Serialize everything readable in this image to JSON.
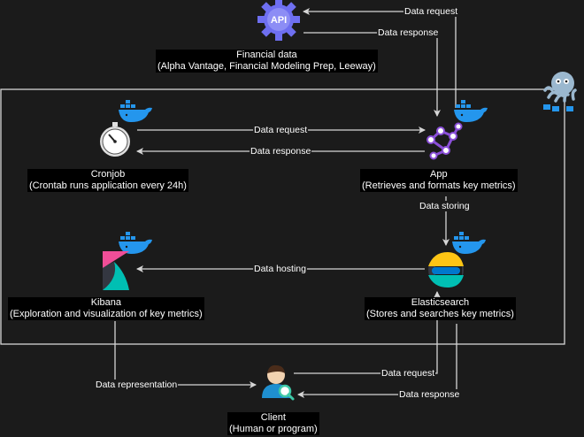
{
  "nodes": {
    "financial": {
      "title": "Financial data",
      "subtitle": "(Alpha Vantage, Financial Modeling Prep, Leeway)",
      "icon": "api-gear-icon"
    },
    "cronjob": {
      "title": "Cronjob",
      "subtitle": "(Crontab runs application every 24h)",
      "icon": "stopwatch-icon"
    },
    "app": {
      "title": "App",
      "subtitle": "(Retrieves and formats key metrics)",
      "icon": "network-nodes-icon"
    },
    "kibana": {
      "title": "Kibana",
      "subtitle": "(Exploration and visualization of key metrics)",
      "icon": "kibana-logo-icon"
    },
    "elasticsearch": {
      "title": "Elasticsearch",
      "subtitle": "(Stores and searches key metrics)",
      "icon": "elasticsearch-logo-icon"
    },
    "client": {
      "title": "Client",
      "subtitle": "(Human or program)",
      "icon": "user-search-icon"
    }
  },
  "edges": {
    "api_request": "Data request",
    "api_response": "Data response",
    "cron_request": "Data request",
    "cron_response": "Data response",
    "storing": "Data storing",
    "hosting": "Data hosting",
    "representation": "Data representation",
    "client_request": "Data request",
    "client_response": "Data response"
  },
  "colors": {
    "background": "#1b1b1b",
    "line": "#d6d6d6",
    "docker_blue": "#2496ed",
    "api_purple": "#6e6ff0",
    "app_purple": "#8a4fd8",
    "kibana_pink": "#f04e98",
    "elastic_yellow": "#fec514",
    "elastic_teal": "#00bfb3",
    "client_blue": "#1f8fcf",
    "client_green": "#3ec9a7"
  },
  "icons": [
    "docker-whale-icon",
    "docker-swarm-octopus-icon"
  ]
}
